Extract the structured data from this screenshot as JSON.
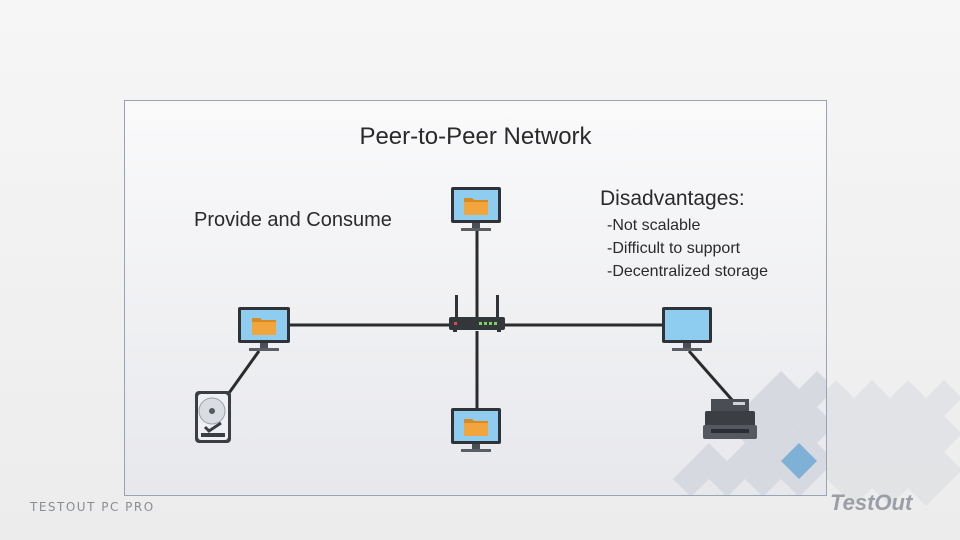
{
  "slide": {
    "title": "Peer-to-Peer Network",
    "label_left": "Provide and Consume",
    "disadvantages_heading": "Disadvantages:",
    "disadvantages": [
      "-Not scalable",
      "-Difficult to support",
      "-Decentralized storage"
    ]
  },
  "footer": {
    "course": "TESTOUT PC PRO",
    "logo": "TestOut"
  },
  "icons": {
    "computers": [
      "computer-with-folder-icon",
      "computer-with-folder-icon",
      "computer-with-folder-icon",
      "computer-icon"
    ],
    "router": "wireless-router-icon",
    "disk": "hard-disk-drive-icon",
    "printer": "printer-icon"
  },
  "colors": {
    "screen": "#8fcdf0",
    "folder": "#f3a53d",
    "cable": "#2b2b2b",
    "panel_border": "#9aa3b3",
    "checker_blue": "#7fb0d6"
  }
}
